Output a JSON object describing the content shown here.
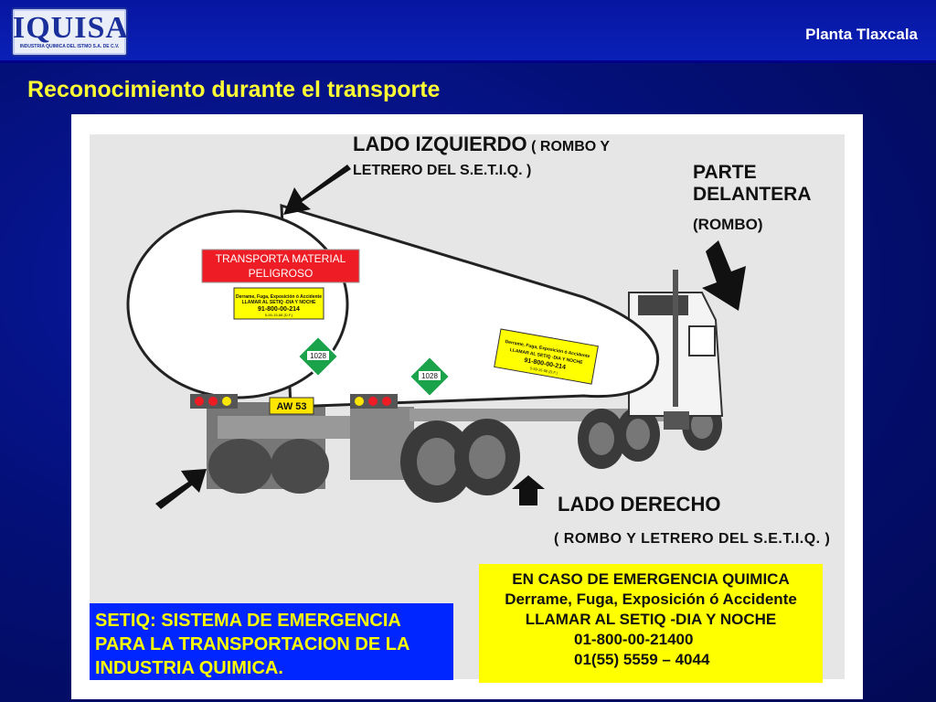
{
  "header": {
    "logo_text": "IQUISA",
    "logo_subtext": "INDUSTRIA QUIMICA DEL ISTMO S.A. DE C.V.",
    "plant": "Planta Tlaxcala"
  },
  "title": "Reconocimiento durante el transporte",
  "diagram": {
    "left_side_title": "LADO IZQUIERDO",
    "left_side_note_1": "( ROMBO Y",
    "left_side_note_2": "LETRERO DEL S.E.T.I.Q. )",
    "front_line_1": "PARTE",
    "front_line_2": "DELANTERA",
    "front_note": "(ROMBO)",
    "right_side_title": "LADO DERECHO",
    "right_side_note": "( ROMBO Y LETRERO DEL S.E.T.I.Q. )",
    "tank_sign_1": "TRANSPORTA MATERIAL",
    "tank_sign_2": "PELIGROSO",
    "small_sign_1": "Derrame, Fuga, Exposición ó Accidente",
    "small_sign_2": "LLAMAR AL SETIQ -DIA Y NOCHE",
    "small_sign_3": "91-800-00-214",
    "small_sign_4": "5-59-15-88 (D.F.)",
    "un_number": "1028",
    "plate": "AW 53"
  },
  "emergency_box": {
    "line1": "EN CASO DE EMERGENCIA QUIMICA",
    "line2": "Derrame, Fuga, Exposición ó Accidente",
    "line3": "LLAMAR AL SETIQ -DIA Y NOCHE",
    "line4": "01-800-00-21400",
    "line5": "01(55)  5559 – 4044"
  },
  "setiq_box": {
    "line1": "SETIQ: SISTEMA DE EMERGENCIA",
    "line2": "PARA LA TRANSPORTACION DE LA",
    "line3": "INDUSTRIA QUIMICA."
  },
  "colors": {
    "title": "#ffff33",
    "sign_red": "#ee1c24",
    "sign_yellow": "#ffff00",
    "diamond_green": "#1aa34a",
    "setiq_blue": "#0026ff"
  }
}
